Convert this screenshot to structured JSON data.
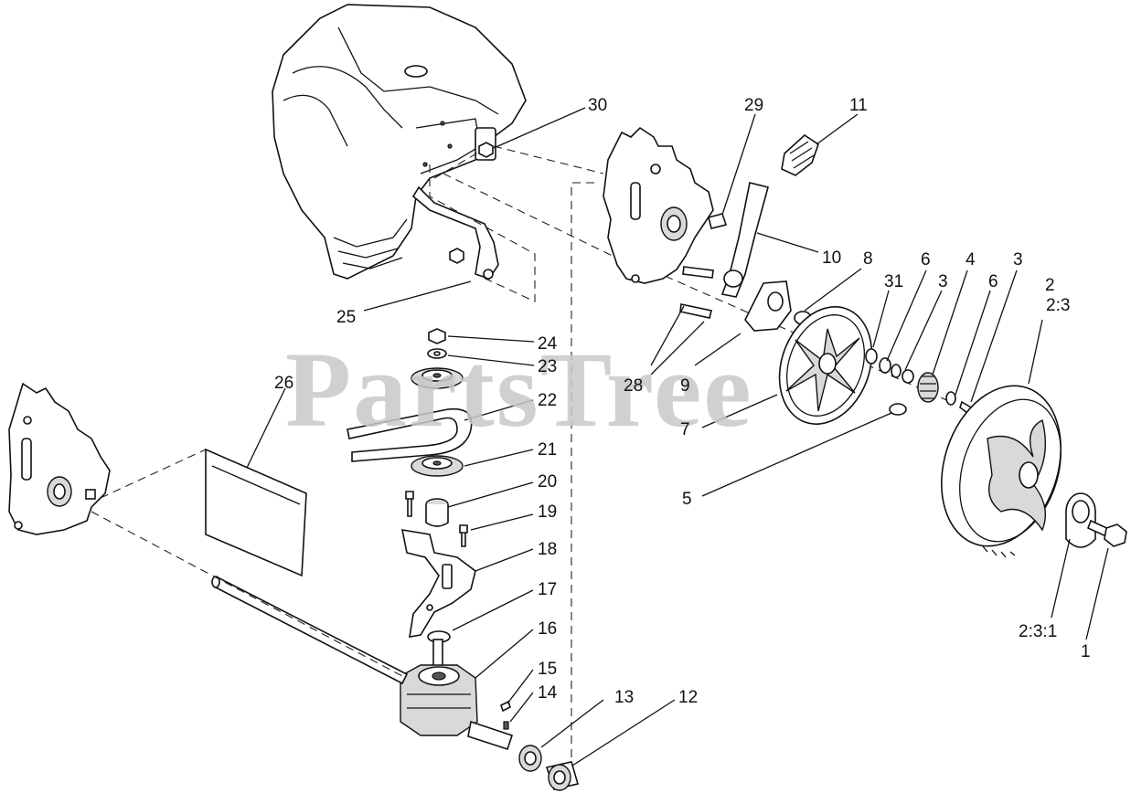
{
  "watermark": "PartsTree",
  "callouts": [
    "30",
    "29",
    "11",
    "10",
    "8",
    "31",
    "6",
    "3",
    "4",
    "6",
    "3",
    "2",
    "2:3",
    "25",
    "24",
    "23",
    "28",
    "9",
    "26",
    "22",
    "7",
    "21",
    "5",
    "20",
    "19",
    "18",
    "17",
    "16",
    "15",
    "14",
    "13",
    "12",
    "2:3:1",
    "1"
  ]
}
